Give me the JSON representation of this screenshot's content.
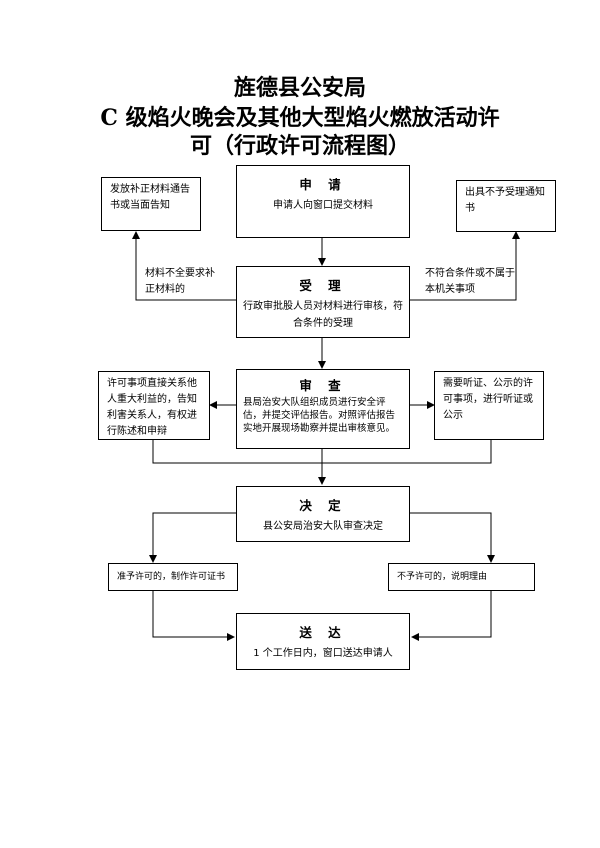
{
  "title": {
    "line1": "旌德县公安局",
    "line2": "C 级焰火晚会及其他大型焰火燃放活动许",
    "line3": "可（行政许可流程图）"
  },
  "nodes": {
    "apply": {
      "title": "申 请",
      "body": "申请人向窗口提交材料"
    },
    "accept": {
      "title": "受 理",
      "body": "行政审批股人员对材料进行审核，符合条件的受理"
    },
    "review": {
      "title": "审 查",
      "body": "县局治安大队组织成员进行安全评估，并提交评估报告。对照评估报告实地开展现场勘察并提出审核意见。"
    },
    "decide": {
      "title": "决 定",
      "body": "县公安局治安大队审查决定"
    },
    "deliver": {
      "title": "送 达",
      "body": "1 个工作日内，窗口送达申请人"
    }
  },
  "side_boxes": {
    "supplement_notice": "发放补正材料通告书或当面告知",
    "reject_notice": "出具不予受理通知书",
    "statement_defense": "许可事项直接关系他人重大利益的，告知利害关系人，有权进行陈述和申辩",
    "hearing": "需要听证、公示的许可事项，进行听证或公示",
    "approve": "准予许可的，制作许可证书",
    "deny": "不予许可的，说明理由"
  },
  "edge_labels": {
    "incomplete": "材料不全要求补正材料的",
    "not_qualified": "不符合条件或不属于本机关事项"
  }
}
